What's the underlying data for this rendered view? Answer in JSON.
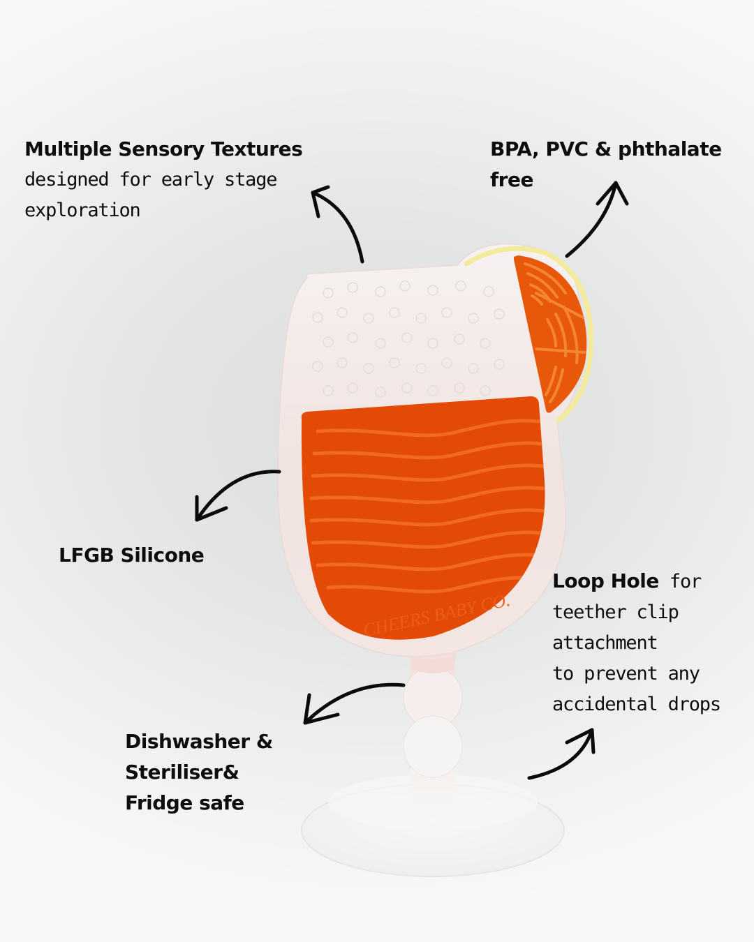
{
  "product": {
    "name": "Cocktail glass silicone teether",
    "brand_emboss": "CHEERS BABY CO.",
    "colors": {
      "liquid_orange": "#e24a05",
      "liquid_ridge": "#f26a1e",
      "frosted_silicone": "#f4eeec",
      "pink_tint": "#f0d2cc",
      "lemon_rim": "#f3ea9c",
      "background": "#e2e4e3"
    }
  },
  "callouts": [
    {
      "id": "textures",
      "title": "Multiple Sensory Textures",
      "lines": [
        "designed for early stage",
        "exploration"
      ],
      "arrow": "arrow-up-left"
    },
    {
      "id": "bpa",
      "lines_bold": [
        "BPA, PVC & phthalate",
        "free"
      ],
      "arrow": "arrow-up-right"
    },
    {
      "id": "lfgb",
      "title": "LFGB Silicone",
      "arrow": "arrow-down-left"
    },
    {
      "id": "loop",
      "title": "Loop Hole",
      "title_suffix": " for",
      "lines": [
        "teether clip",
        "attachment",
        "to prevent any",
        "accidental drops"
      ],
      "arrow": "arrow-up-right"
    },
    {
      "id": "dish",
      "lines_bold": [
        "Dishwasher &",
        "Steriliser&",
        "Fridge safe"
      ],
      "arrow": "arrow-down-left"
    }
  ]
}
